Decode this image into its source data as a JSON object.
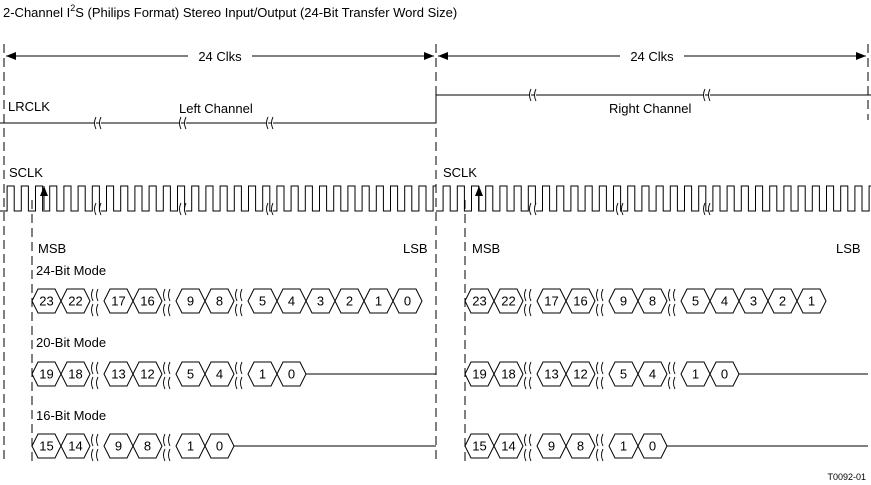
{
  "title": {
    "prefix": "2-Channel I",
    "superscript": "2",
    "suffix": "S (Philips Format) Stereo Input/Output (24-Bit Transfer Word Size)"
  },
  "clk_span_labels": [
    "24 Clks",
    "24 Clks"
  ],
  "lrclk": {
    "label": "LRCLK",
    "left_label": "Left Channel",
    "right_label": "Right Channel"
  },
  "sclk_labels": [
    "SCLK",
    "SCLK"
  ],
  "msb_label": "MSB",
  "lsb_label": "LSB",
  "modes": [
    {
      "name": "24-Bit Mode",
      "left": [
        "23",
        "22",
        "17",
        "16",
        "9",
        "8",
        "5",
        "4",
        "3",
        "2",
        "1",
        "0"
      ],
      "right": [
        "23",
        "22",
        "17",
        "16",
        "9",
        "8",
        "5",
        "4",
        "3",
        "2",
        "1"
      ]
    },
    {
      "name": "20-Bit Mode",
      "left": [
        "19",
        "18",
        "13",
        "12",
        "5",
        "4",
        "1",
        "0"
      ],
      "right": [
        "19",
        "18",
        "13",
        "12",
        "5",
        "4",
        "1",
        "0"
      ]
    },
    {
      "name": "16-Bit Mode",
      "left": [
        "15",
        "14",
        "9",
        "8",
        "1",
        "0"
      ],
      "right": [
        "15",
        "14",
        "9",
        "8",
        "1",
        "0"
      ]
    }
  ],
  "figure_id": "T0092-01"
}
